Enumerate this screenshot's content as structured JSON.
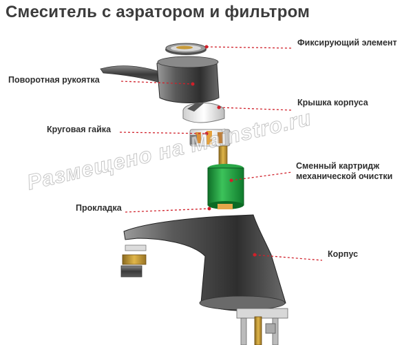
{
  "title": "Смеситель с аэратором и фильтром",
  "labels": {
    "fixing_element": "Фиксирующий элемент",
    "rotary_handle": "Поворотная рукоятка",
    "body_cover": "Крышка корпуса",
    "round_nut": "Круговая гайка",
    "cartridge_line1": "Сменный картридж",
    "cartridge_line2": "механической очистки",
    "gasket": "Прокладка",
    "body": "Корпус"
  },
  "watermark": "Размещено на Mainstro.ru",
  "colors": {
    "leader": "#d0202a",
    "cartridge": "#1f9a3c",
    "chrome_dark": "#4a4a4a",
    "brass": "#c79a3a"
  }
}
